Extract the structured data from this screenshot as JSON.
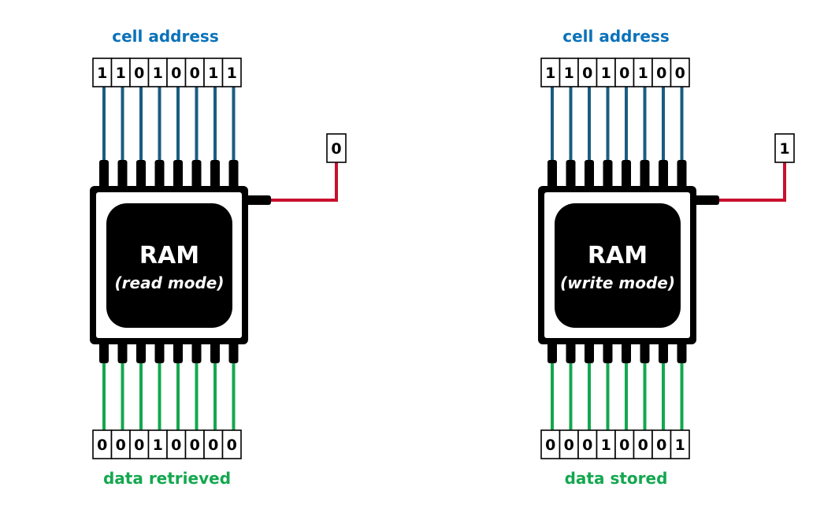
{
  "colors": {
    "address_wire": "#1a5c7f",
    "data_wire": "#14a74f",
    "control_wire": "#c8102e",
    "chip_body": "#000000",
    "chip_inner": "#ffffff",
    "address_label": "#0b72b9",
    "data_label": "#14a74f"
  },
  "panels": [
    {
      "address_label": "cell address",
      "address_bits": [
        "1",
        "1",
        "0",
        "1",
        "0",
        "0",
        "1",
        "1"
      ],
      "control_bit": "0",
      "chip_title": "RAM",
      "chip_mode": "(read mode)",
      "data_bits": [
        "0",
        "0",
        "0",
        "1",
        "0",
        "0",
        "0",
        "0"
      ],
      "data_label": "data retrieved"
    },
    {
      "address_label": "cell address",
      "address_bits": [
        "1",
        "1",
        "0",
        "1",
        "0",
        "1",
        "0",
        "0"
      ],
      "control_bit": "1",
      "chip_title": "RAM",
      "chip_mode": "(write mode)",
      "data_bits": [
        "0",
        "0",
        "0",
        "1",
        "0",
        "0",
        "0",
        "1"
      ],
      "data_label": "data stored"
    }
  ]
}
